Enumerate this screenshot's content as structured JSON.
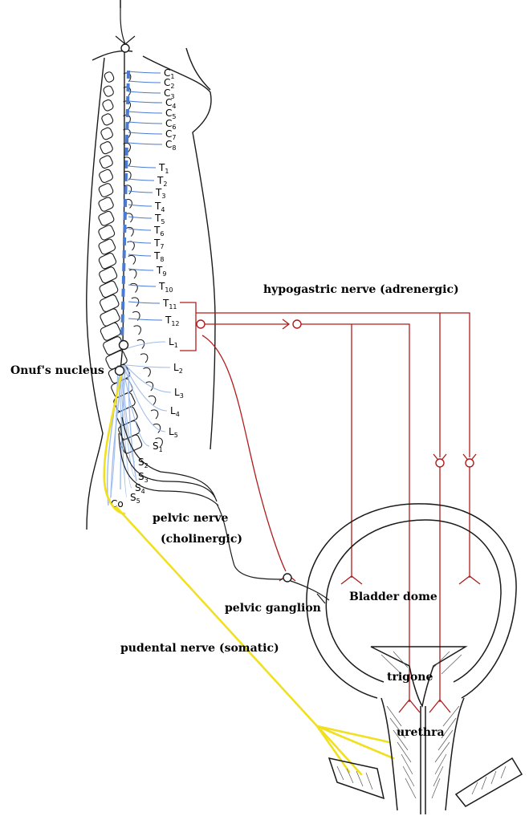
{
  "colors": {
    "background": "#ffffff",
    "outline": "#1a1a1a",
    "spinal_root": "#4a7bd0",
    "spinal_root_light": "#9fbdec",
    "sympathetic": "#b01c1c",
    "somatic": "#f0e020",
    "parasympathetic": "#1a1a1a"
  },
  "segments": {
    "cervical": [
      "C1",
      "C2",
      "C3",
      "C4",
      "C5",
      "C6",
      "C7",
      "C8"
    ],
    "thoracic": [
      "T1",
      "T2",
      "T3",
      "T4",
      "T5",
      "T6",
      "T7",
      "T8",
      "T9",
      "T10",
      "T11",
      "T12"
    ],
    "lumbar": [
      "L1",
      "L2",
      "L3",
      "L4",
      "L5"
    ],
    "sacral": [
      "S1",
      "S2",
      "S3",
      "S4",
      "S5"
    ],
    "coccygeal": [
      "Co"
    ]
  },
  "labels": {
    "hypogastric": "hypogastric nerve (adrenergic)",
    "onuf": "Onuf's nucleus",
    "pelvic_nerve_line1": "pelvic nerve",
    "pelvic_nerve_line2": "(cholinergic)",
    "pelvic_ganglion": "pelvic ganglion",
    "bladder_dome": "Bladder dome",
    "pudendal": "pudental nerve (somatic)",
    "trigone": "trigone",
    "urethra": "urethra"
  },
  "icons": [
    "neuron-cell-body-icon",
    "synapse-fork-icon"
  ]
}
